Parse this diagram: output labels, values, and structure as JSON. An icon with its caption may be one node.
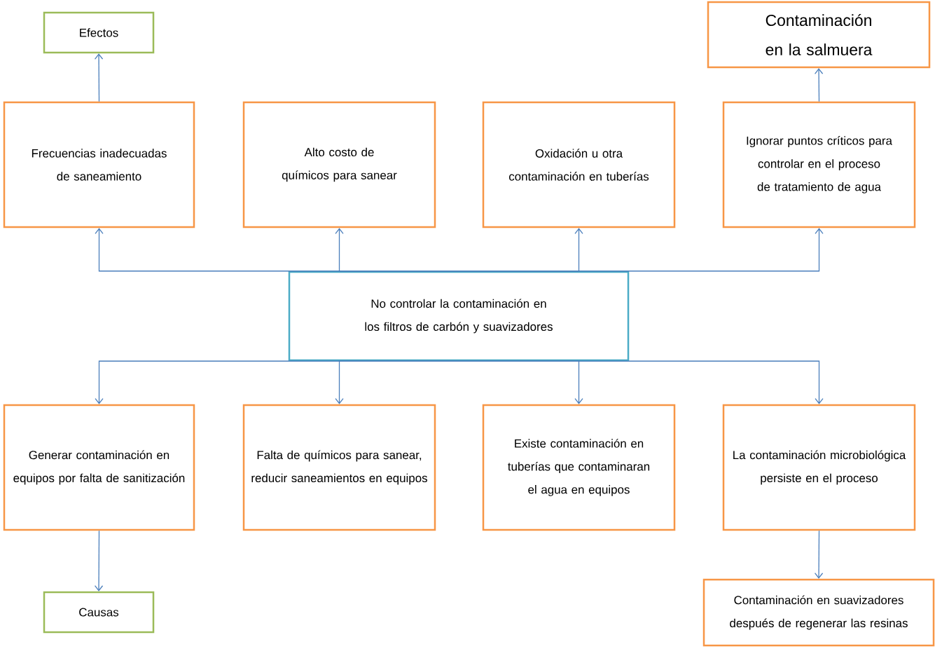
{
  "diagram": {
    "nodes": [
      {
        "text": [
          "Efectos"
        ]
      },
      {
        "text": [
          "Contaminación en la salmuera"
        ]
      },
      {
        "text": [
          "Frecuencias inadecuadas de saneamiento"
        ]
      },
      {
        "text": [
          "Alto costo de químicos para sanear"
        ]
      },
      {
        "text": [
          "Oxidación u otra contaminación en tuberías"
        ]
      },
      {
        "text": [
          "Ignorar puntos críticos para controlar en el proceso de tratamiento de agua"
        ]
      },
      {
        "text": [
          "No controlar la contaminación en los filtros de carbón y suavizadores"
        ]
      },
      {
        "text": [
          "Generar contaminación en equipos por falta de sanitización"
        ]
      },
      {
        "text": [
          "Falta de químicos para sanear, reducir saneamientos en equipos"
        ]
      },
      {
        "text": [
          "Existe contaminación en tuberías que contaminaran el agua en equipos"
        ]
      },
      {
        "text": [
          "La contaminación microbiológica persiste en el proceso"
        ]
      },
      {
        "text": [
          "Causas"
        ]
      },
      {
        "text": [
          "Contaminación en suavizadores después de regenerar las resinas"
        ]
      }
    ],
    "edges": [
      {
        "from": 2,
        "to": 0,
        "arrow": "to"
      },
      {
        "from": 5,
        "to": 1,
        "arrow": "to"
      },
      {
        "from": 6,
        "to": 2,
        "arrow": "to"
      },
      {
        "from": 6,
        "to": 3,
        "arrow": "to"
      },
      {
        "from": 6,
        "to": 4,
        "arrow": "to"
      },
      {
        "from": 6,
        "to": 5,
        "arrow": "to"
      },
      {
        "from": 6,
        "to": 7,
        "arrow": "to"
      },
      {
        "from": 6,
        "to": 8,
        "arrow": "to"
      },
      {
        "from": 6,
        "to": 9,
        "arrow": "to"
      },
      {
        "from": 6,
        "to": 10,
        "arrow": "to"
      },
      {
        "from": 7,
        "to": 11,
        "arrow": "to"
      },
      {
        "from": 10,
        "to": 12,
        "arrow": "to"
      }
    ]
  }
}
